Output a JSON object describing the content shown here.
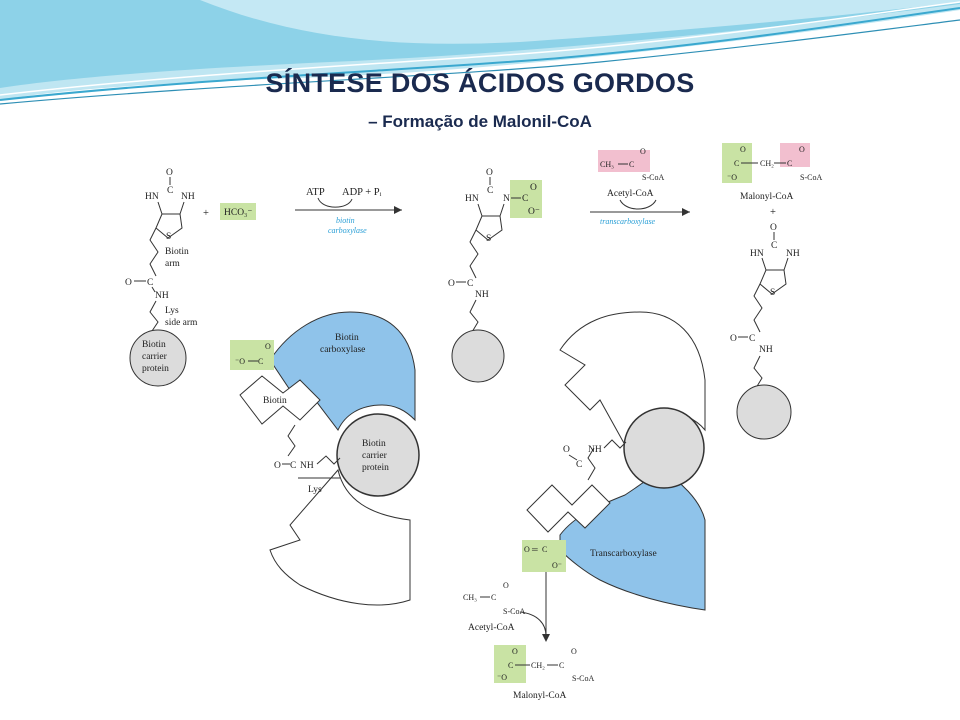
{
  "slide": {
    "title": "SÍNTESE DOS ÁCIDOS GORDOS",
    "subtitle": "– Formação de Malonil-CoA"
  },
  "colors": {
    "title": "#1a2a4f",
    "wave_light": "#bfe6f2",
    "wave_mid": "#7ccbe4",
    "wave_dark": "#3aa8cf",
    "enzyme_blue": "#8fc3ea",
    "green_box": "#c9e3a4",
    "pink_box": "#f2bfcf",
    "circle_gray": "#dcdcdc",
    "enzyme_label_blue": "#2a9fd6"
  },
  "diagram": {
    "atoms": {
      "O": "O",
      "N": "N",
      "C": "C",
      "S": "S",
      "HN": "HN",
      "NH": "NH",
      "O_minus": "O⁻",
      "minus_O": "⁻O",
      "CH3": "CH₃",
      "CH2": "CH₂",
      "SCoA": "S-CoA",
      "plus": "+",
      "eq": "═"
    },
    "labels": {
      "bicarbonate": "HCO₃⁻",
      "atp": "ATP",
      "adp_pi": "ADP + Pᵢ",
      "enzyme1": "biotin",
      "enzyme1b": "carboxylase",
      "acetyl_coa": "Acetyl-CoA",
      "enzyme2": "transcarboxylase",
      "malonyl_coa": "Malonyl-CoA",
      "biotin_arm_1": "Biotin",
      "biotin_arm_2": "arm",
      "lys_arm_1": "Lys",
      "lys_arm_2": "side arm",
      "bcp_1": "Biotin",
      "bcp_2": "carrier",
      "bcp_3": "protein",
      "bc_1": "Biotin",
      "bc_2": "carboxylase",
      "biotin": "Biotin",
      "lys": "Lys",
      "transcarboxylase": "Transcarboxylase"
    }
  }
}
